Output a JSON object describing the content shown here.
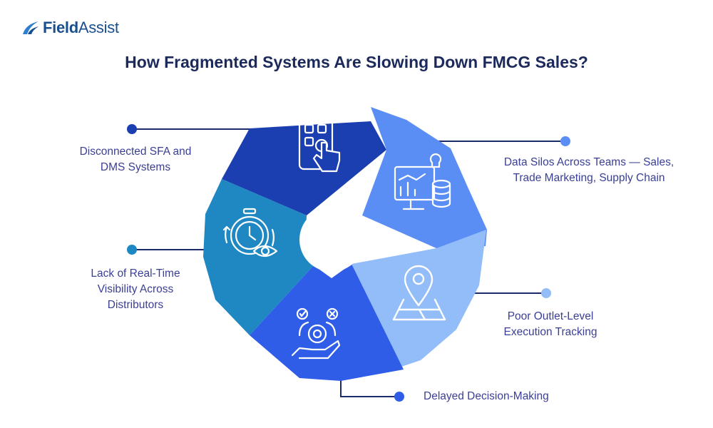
{
  "brand": {
    "name_bold": "Field",
    "name_rest": "Assist"
  },
  "title": "How Fragmented Systems Are Slowing Down FMCG Sales?",
  "segments": [
    {
      "label_lines": [
        "Disconnected SFA and",
        "DMS Systems"
      ],
      "icon": "phone-tap-icon",
      "color": "#1b3fb0"
    },
    {
      "label_lines": [
        "Data Silos Across Teams — Sales,",
        "Trade Marketing, Supply Chain"
      ],
      "icon": "analytics-database-icon",
      "color": "#5b8ef5"
    },
    {
      "label_lines": [
        "Poor Outlet-Level",
        "Execution Tracking"
      ],
      "icon": "map-pin-icon",
      "color": "#93bdf8"
    },
    {
      "label_lines": [
        "Delayed Decision-Making"
      ],
      "icon": "decision-gear-hand-icon",
      "color": "#2f5de8"
    },
    {
      "label_lines": [
        "Lack of Real-Time",
        "Visibility Across",
        "Distributors"
      ],
      "icon": "stopwatch-eye-icon",
      "color": "#1f87c2"
    }
  ]
}
